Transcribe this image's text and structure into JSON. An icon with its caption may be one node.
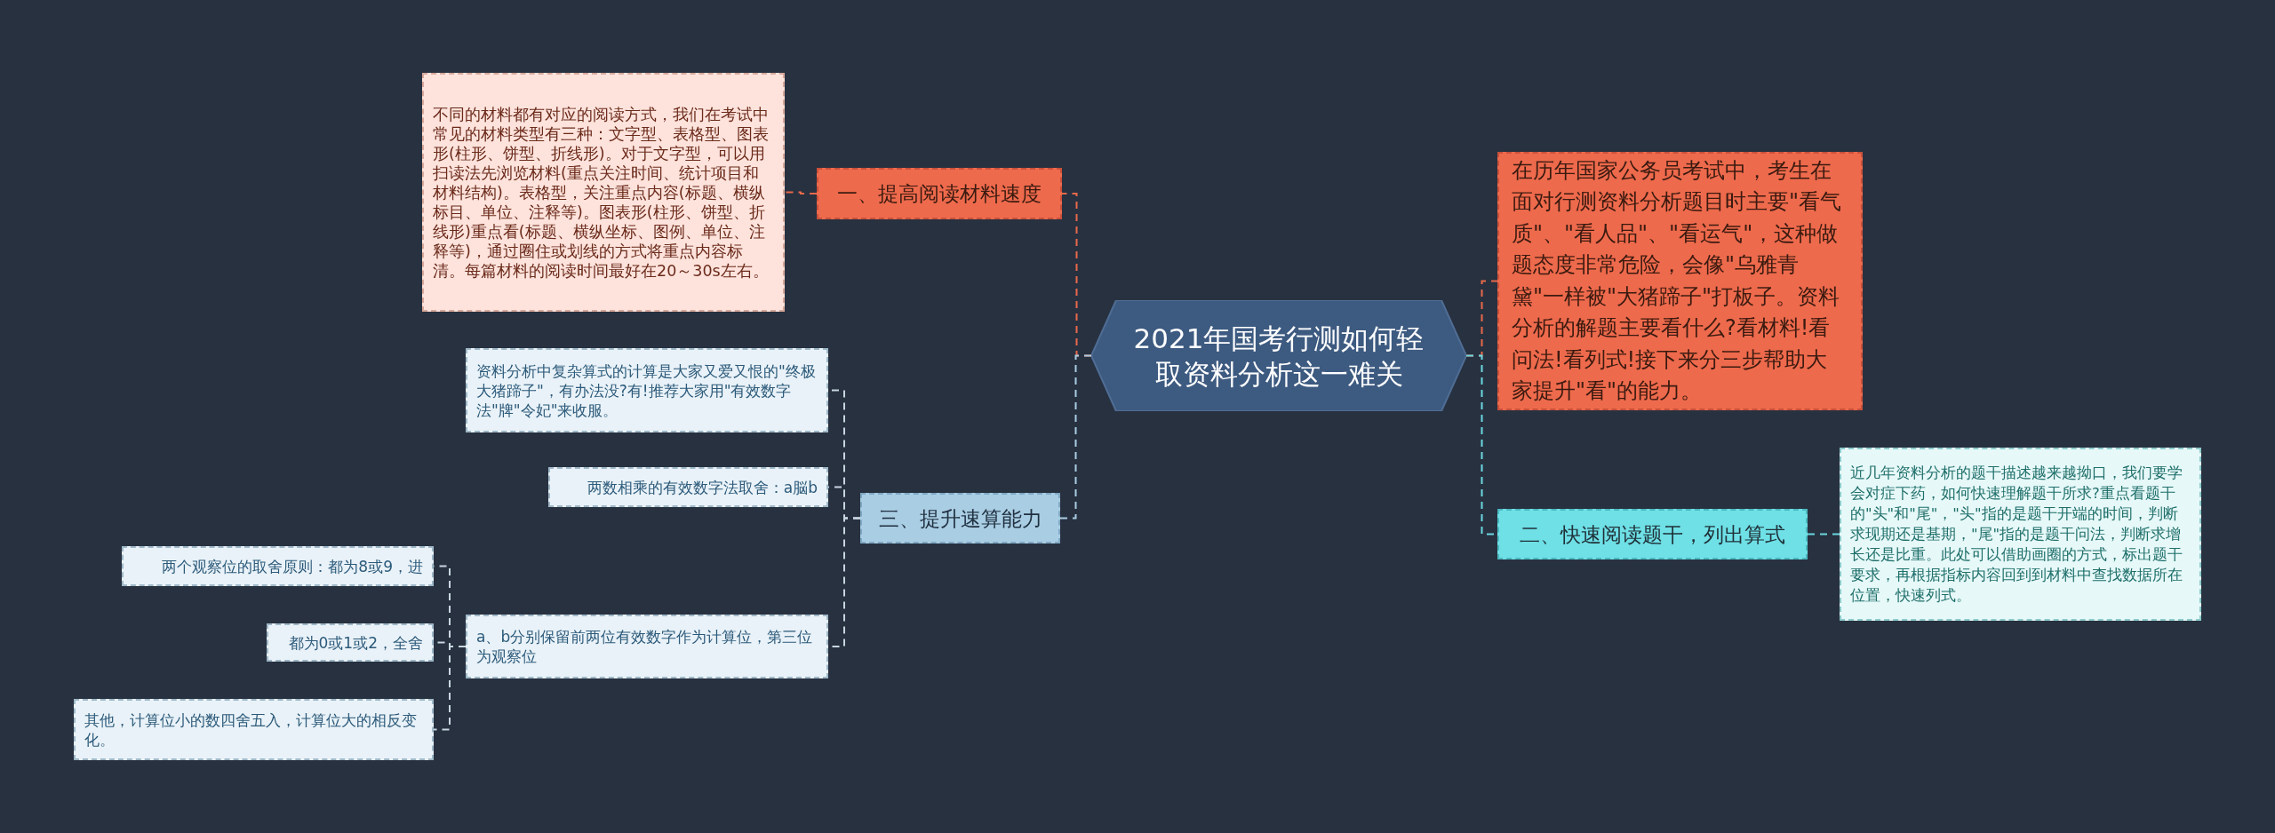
{
  "diagram": {
    "nodes": [
      {
        "text": [
          "2021年国考行测如何轻取资料分析这一难关"
        ]
      },
      {
        "text": [
          "在历年国家公务员考试中，考生在面对行测资料分析题目时主要\"看气质\"、\"看人品\"、\"看运气\"，这种做题态度非常危险，会像\"乌雅青黛\"一样被\"大猪蹄子\"打板子。资料分析的解题主要看什么?看材料!看问法!看列式!接下来分三步帮助大家提升\"看\"的能力。"
        ]
      },
      {
        "text": [
          "一、提高阅读材料速度"
        ]
      },
      {
        "text": [
          "不同的材料都有对应的阅读方式，我们在考试中常见的材料类型有三种：文字型、表格型、图表形(柱形、饼型、折线形)。对于文字型，可以用扫读法先浏览材料(重点关注时间、统计项目和材料结构)。表格型，关注重点内容(标题、横纵标目、单位、注释等)。图表形(柱形、饼型、折线形)重点看(标题、横纵坐标、图例、单位、注释等)，通过圈住或划线的方式将重点内容标清。每篇材料的阅读时间最好在20～30s左右。"
        ]
      },
      {
        "text": [
          "二、快速阅读题干，列出算式"
        ]
      },
      {
        "text": [
          "近几年资料分析的题干描述越来越拗口，我们要学会对症下药，如何快速理解题干所求?重点看题干的\"头\"和\"尾\"，\"头\"指的是题干开端的时间，判断求现期还是基期，\"尾\"指的是题干问法，判断求增长还是比重。此处可以借助画圈的方式，标出题干要求，再根据指标内容回到到材料中查找数据所在位置，快速列式。"
        ]
      },
      {
        "text": [
          "三、提升速算能力"
        ]
      },
      {
        "text": [
          "资料分析中复杂算式的计算是大家又爱又恨的\"终极大猪蹄子\"，有办法没?有!推荐大家用\"有效数字法\"牌\"令妃\"来收服。"
        ]
      },
      {
        "text": [
          "两数相乘的有效数字法取舍：a脳b"
        ]
      },
      {
        "text": [
          "a、b分别保留前两位有效数字作为计算位，第三位为观察位"
        ]
      },
      {
        "text": [
          "两个观察位的取舍原则：都为8或9，进"
        ]
      },
      {
        "text": [
          "都为0或1或2，全舍"
        ]
      },
      {
        "text": [
          "其他，计算位小的数四舍五入，计算位大的相反变化。"
        ]
      }
    ],
    "edges": [
      {
        "from": 0,
        "to": 1,
        "arrow": "none",
        "style": "dashed",
        "color": "#e8694a"
      },
      {
        "from": 0,
        "to": 2,
        "arrow": "none",
        "style": "dashed",
        "color": "#e8694a"
      },
      {
        "from": 2,
        "to": 3,
        "arrow": "none",
        "style": "dashed",
        "color": "#e8694a"
      },
      {
        "from": 0,
        "to": 4,
        "arrow": "none",
        "style": "dashed",
        "color": "#6ad8e0"
      },
      {
        "from": 4,
        "to": 5,
        "arrow": "none",
        "style": "dashed",
        "color": "#6ad8e0"
      },
      {
        "from": 0,
        "to": 6,
        "arrow": "none",
        "style": "dashed",
        "color": "#a9cde3"
      },
      {
        "from": 6,
        "to": 7,
        "arrow": "none",
        "style": "dashed",
        "color": "#c8d6e0"
      },
      {
        "from": 6,
        "to": 8,
        "arrow": "none",
        "style": "dashed",
        "color": "#c8d6e0"
      },
      {
        "from": 6,
        "to": 9,
        "arrow": "none",
        "style": "dashed",
        "color": "#c8d6e0"
      },
      {
        "from": 9,
        "to": 10,
        "arrow": "none",
        "style": "dashed",
        "color": "#c8d6e0"
      },
      {
        "from": 9,
        "to": 11,
        "arrow": "none",
        "style": "dashed",
        "color": "#c8d6e0"
      },
      {
        "from": 9,
        "to": 12,
        "arrow": "none",
        "style": "dashed",
        "color": "#c8d6e0"
      }
    ]
  }
}
